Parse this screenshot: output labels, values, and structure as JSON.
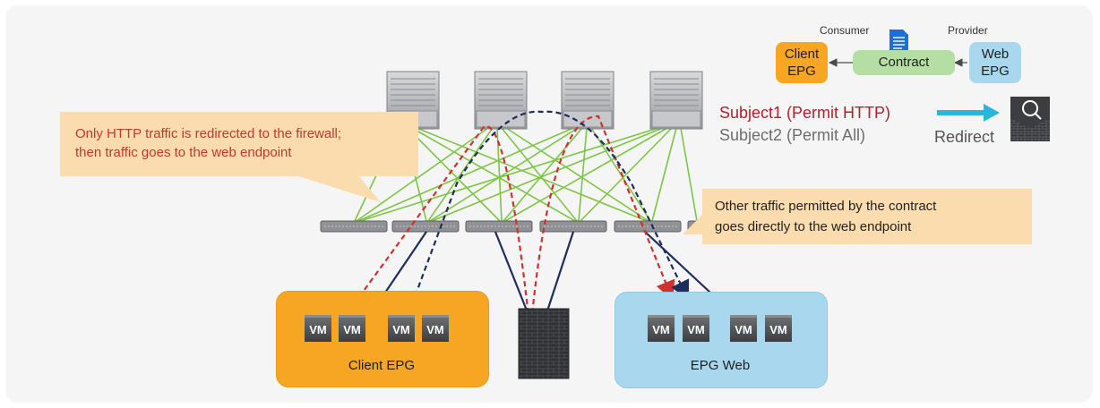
{
  "callouts": {
    "http_redirect": "Only HTTP traffic is redirected to the firewall; then traffic goes to the web endpoint",
    "http_line1": "Only HTTP traffic is redirected to the firewall;",
    "http_line2": "then traffic goes to the web endpoint",
    "other_line1": "Other traffic permitted by the contract",
    "other_line2": "goes directly to the web endpoint"
  },
  "epgs": {
    "client": "Client EPG",
    "web": "EPG Web"
  },
  "vm_label": "VM",
  "legend": {
    "consumer": "Consumer",
    "provider": "Provider",
    "client_line1": "Client",
    "client_line2": "EPG",
    "contract": "Contract",
    "web_line1": "Web",
    "web_line2": "EPG",
    "subject1": "Subject1 (Permit HTTP)",
    "subject2": "Subject2 (Permit All)",
    "redirect": "Redirect"
  },
  "colors": {
    "client_epg": "#f6a623",
    "web_epg": "#a9d8ee",
    "contract": "#b4dea4",
    "fabric_link": "#7dc544",
    "http_path": "#d0312d",
    "other_path": "#1e2d5c",
    "arrow": "#2cb5dc"
  },
  "icons": [
    "spine-switch-icon",
    "leaf-switch-icon",
    "firewall-icon",
    "vm-icon",
    "document-icon",
    "security-appliance-icon",
    "arrow-right-icon"
  ]
}
